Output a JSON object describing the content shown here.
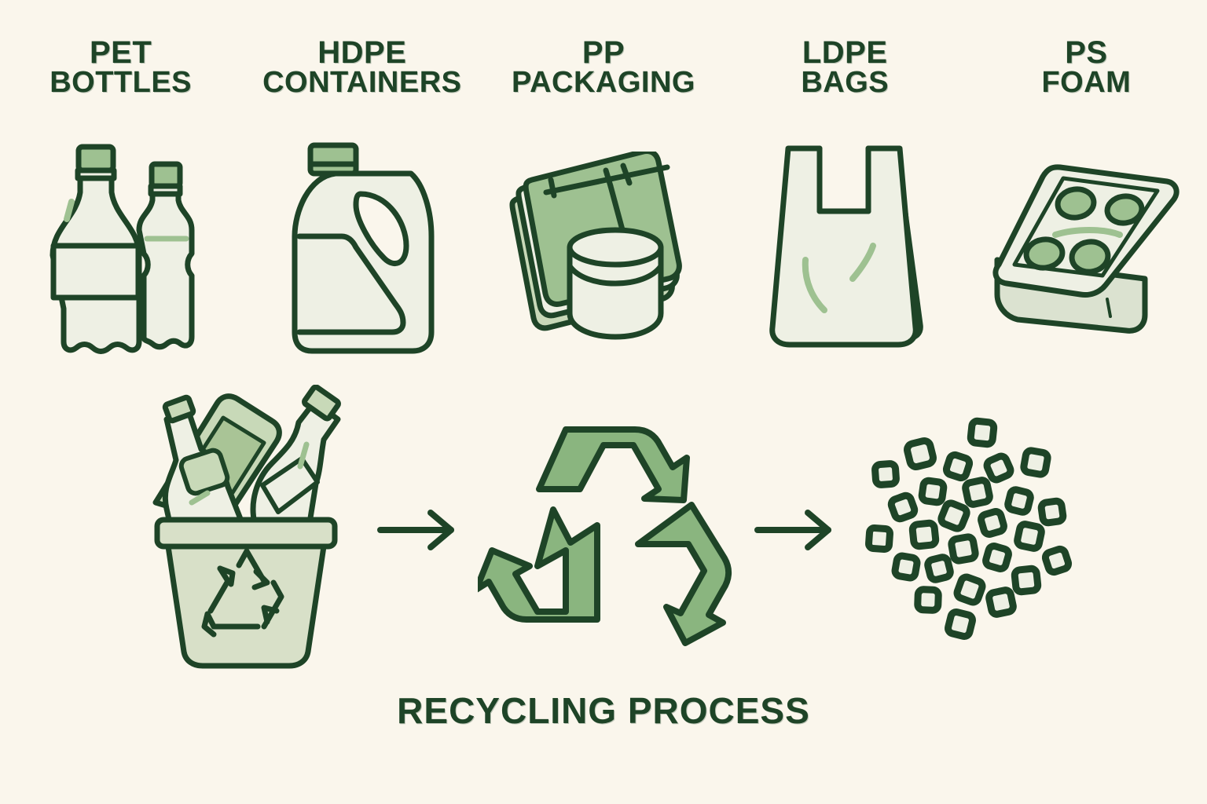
{
  "theme": {
    "background": "#faf6ec",
    "stroke_dark_green": "#1e4427",
    "fill_pale": "#eef0e4",
    "fill_light_green": "#c8d9b8",
    "fill_mid_green": "#9ec191",
    "fill_symbol_green": "#8ab57f",
    "fill_bin": "#d8e0c8",
    "accent_stripe": "#9ec191"
  },
  "header": {
    "categories": [
      {
        "id": "pet",
        "line1": "PET",
        "line2": "BOTTLES",
        "icon": "plastic-bottles-icon"
      },
      {
        "id": "hdpe",
        "line1": "HDPE",
        "line2": "CONTAINERS",
        "icon": "hdpe-jug-icon"
      },
      {
        "id": "pp",
        "line1": "PP",
        "line2": "PACKAGING",
        "icon": "food-tray-tub-icon"
      },
      {
        "id": "ldpe",
        "line1": "LDPE",
        "line2": "BAGS",
        "icon": "shopping-bag-icon"
      },
      {
        "id": "ps",
        "line1": "PS",
        "line2": "FOAM",
        "icon": "foam-tray-icon"
      }
    ]
  },
  "process": {
    "title": "RECYCLING PROCESS",
    "steps": [
      {
        "id": "collection",
        "icon": "recycling-bin-icon"
      },
      {
        "id": "arrow-1",
        "icon": "arrow-right-icon"
      },
      {
        "id": "reprocessing",
        "icon": "recycling-symbol-icon"
      },
      {
        "id": "arrow-2",
        "icon": "arrow-right-icon"
      },
      {
        "id": "pellets",
        "icon": "plastic-pellets-icon"
      }
    ],
    "pellet_count": 26
  }
}
